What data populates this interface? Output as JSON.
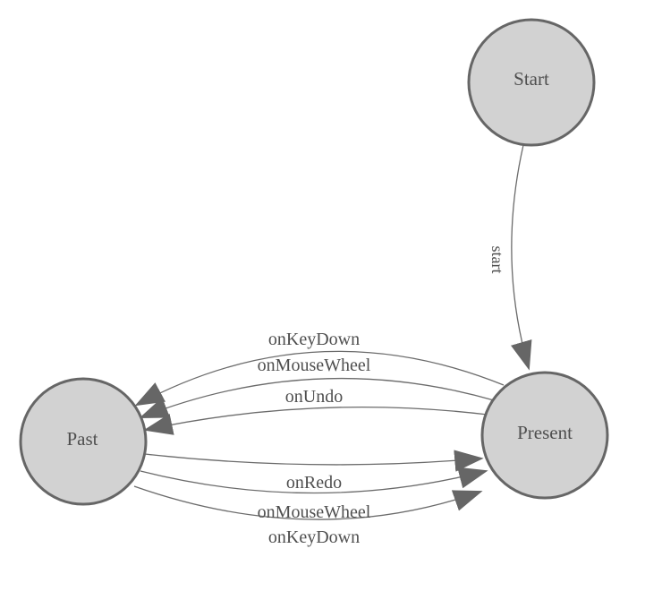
{
  "diagram": {
    "type": "state-machine",
    "background": "#ffffff",
    "colors": {
      "node_fill": "#d2d2d2",
      "node_stroke": "#666666",
      "edge_stroke": "#6b6b6b",
      "arrow_fill": "#666666",
      "label_color": "#4f4f4f"
    },
    "nodes": [
      {
        "id": "start",
        "label": "Start"
      },
      {
        "id": "past",
        "label": "Past"
      },
      {
        "id": "present",
        "label": "Present"
      }
    ],
    "edges": [
      {
        "label": "start",
        "from": "Start",
        "to": "Present"
      },
      {
        "label": "onKeyDown",
        "from": "Present",
        "to": "Past"
      },
      {
        "label": "onMouseWheel",
        "from": "Present",
        "to": "Past"
      },
      {
        "label": "onUndo",
        "from": "Present",
        "to": "Past"
      },
      {
        "label": "onRedo",
        "from": "Past",
        "to": "Present"
      },
      {
        "label": "onMouseWheel",
        "from": "Past",
        "to": "Present"
      },
      {
        "label": "onKeyDown",
        "from": "Past",
        "to": "Present"
      }
    ]
  }
}
